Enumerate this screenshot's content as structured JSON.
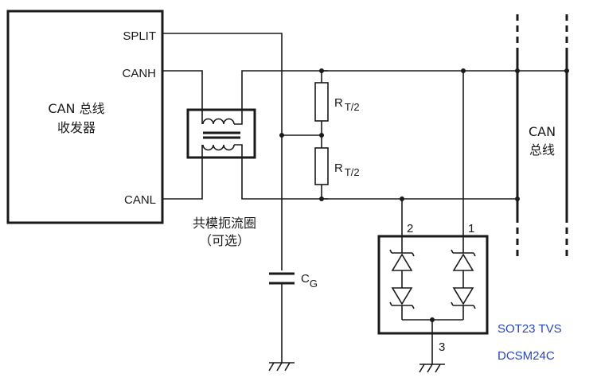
{
  "transceiver": {
    "title_line1": "CAN 总线",
    "title_line2": "收发器",
    "pin_split": "SPLIT",
    "pin_canh": "CANH",
    "pin_canl": "CANL"
  },
  "choke": {
    "label_line1": "共模扼流圈",
    "label_line2": "（可选）"
  },
  "resistors": {
    "upper": {
      "prefix": "R",
      "sub": "T/2"
    },
    "lower": {
      "prefix": "R",
      "sub": "T/2"
    }
  },
  "capacitor": {
    "prefix": "C",
    "sub": "G"
  },
  "bus": {
    "label_line1": "CAN",
    "label_line2": "总线"
  },
  "tvs": {
    "pin1": "1",
    "pin2": "2",
    "pin3": "3",
    "part_line1": "SOT23 TVS",
    "part_line2": "DCSM24C"
  },
  "colors": {
    "line": "#1a1a1a",
    "part_label": "#2747b5"
  }
}
